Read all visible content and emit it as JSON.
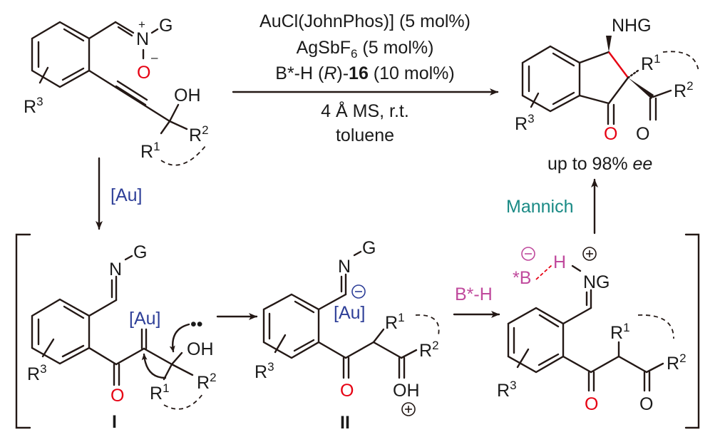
{
  "scheme": {
    "colors": {
      "bond": "#231815",
      "oxygen_highlight": "#e60012",
      "gold_catalyst": "#2e3f98",
      "chiral_acid": "#c04a9d",
      "mannich_label": "#1a8a85",
      "new_bond": "#e60012"
    },
    "starting_material": {
      "labels": {
        "N": "N",
        "plus": "+",
        "G": "G",
        "O": "O",
        "minus": "–",
        "OH": "OH",
        "R1": "R",
        "R1_sup": "1",
        "R2": "R",
        "R2_sup": "2",
        "R3": "R",
        "R3_sup": "3"
      }
    },
    "conditions": {
      "line1": "AuCl(JohnPhos)] (5 mol%)",
      "line2_main": "AgSbF",
      "line2_sub": "6",
      "line2_tail": " (5 mol%)",
      "line3_a": "B*-H (",
      "line3_R": "R",
      "line3_b": ")-",
      "line3_bold": "16",
      "line3_c": " (10 mol%)",
      "line4": "4 Å  MS, r.t.",
      "line5": "toluene"
    },
    "product": {
      "labels": {
        "NHG": "NHG",
        "R1": "R",
        "R1_sup": "1",
        "R2": "R",
        "R2_sup": "2",
        "R3": "R",
        "R3_sup": "3",
        "O1": "O",
        "O2": "O"
      },
      "ee_text": "up to 98% ",
      "ee_italic": "ee"
    },
    "step_labels": {
      "gold": "[Au]",
      "acid": "B*-H",
      "mannich": "Mannich"
    },
    "intermediate_I": {
      "id": "I",
      "labels": {
        "N": "N",
        "G": "G",
        "Au": "[Au]",
        "OH": "OH",
        "lone_pair": "••",
        "O": "O",
        "R1": "R",
        "R1_sup": "1",
        "R2": "R",
        "R2_sup": "2",
        "R3": "R",
        "R3_sup": "3"
      }
    },
    "intermediate_II": {
      "id": "II",
      "labels": {
        "N": "N",
        "G": "G",
        "minus": "−",
        "Au": "[Au]",
        "O": "O",
        "OH": "OH",
        "plus": "+",
        "R1": "R",
        "R1_sup": "1",
        "R2": "R",
        "R2_sup": "2",
        "R3": "R",
        "R3_sup": "3"
      }
    },
    "intermediate_III": {
      "labels": {
        "B": "*B",
        "H": "H",
        "minus": "−",
        "N": "NG",
        "plus": "+",
        "O1": "O",
        "O2": "O",
        "R1": "R",
        "R1_sup": "1",
        "R2": "R",
        "R2_sup": "2",
        "R3": "R",
        "R3_sup": "3"
      }
    }
  }
}
